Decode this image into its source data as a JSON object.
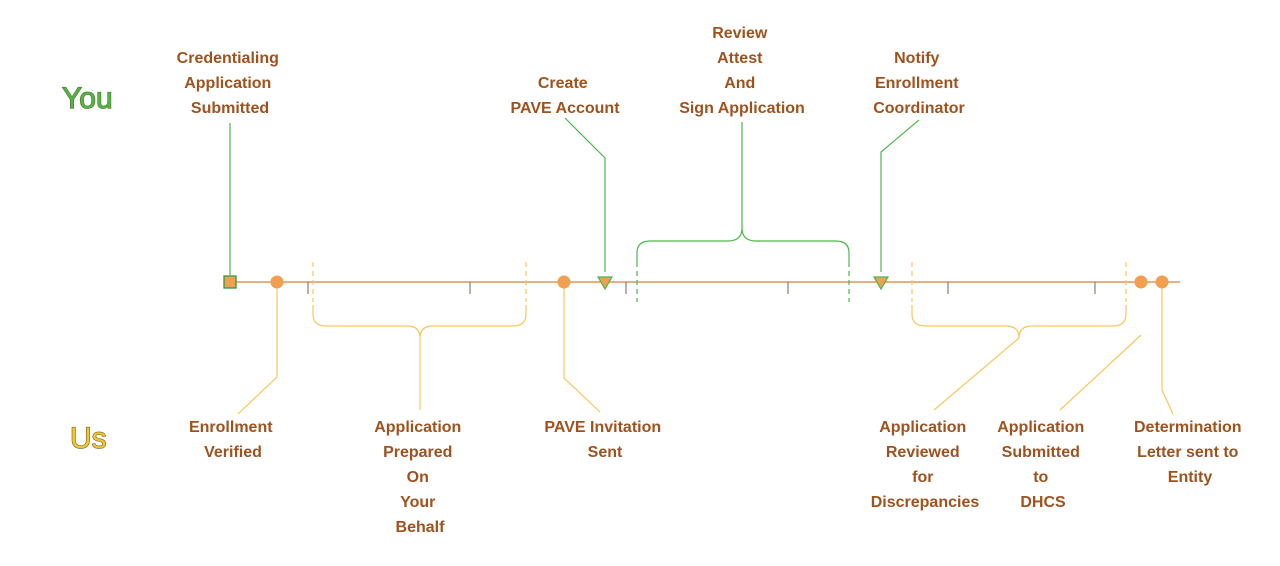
{
  "lanes": {
    "you": "You",
    "us": "Us"
  },
  "colors": {
    "axis": "#E07D2E",
    "you_line": "#4CB84A",
    "us_line": "#F9C65C",
    "marker_fill": "#F0A050",
    "label_text": "#A0521E"
  },
  "you_steps": [
    {
      "id": "credentialing",
      "lines": [
        "Credentialing",
        "Application",
        "Submitted"
      ],
      "marker": "square"
    },
    {
      "id": "create-pave",
      "lines": [
        "Create",
        "PAVE Account"
      ],
      "marker": "triangle"
    },
    {
      "id": "review-sign",
      "lines": [
        "Review",
        "Attest",
        "And",
        "Sign Application"
      ],
      "marker": "bracket"
    },
    {
      "id": "notify-coordinator",
      "lines": [
        "Notify",
        "Enrollment",
        "Coordinator"
      ],
      "marker": "triangle"
    }
  ],
  "us_steps": [
    {
      "id": "enrollment-verified",
      "lines": [
        "Enrollment",
        "Verified"
      ],
      "marker": "circle"
    },
    {
      "id": "application-prepared",
      "lines": [
        "Application",
        "Prepared",
        "On",
        "Your",
        "Behalf"
      ],
      "marker": "bracket"
    },
    {
      "id": "pave-invitation",
      "lines": [
        "PAVE Invitation",
        "Sent"
      ],
      "marker": "circle"
    },
    {
      "id": "application-reviewed",
      "lines": [
        "Application",
        "Reviewed",
        "for",
        "Discrepancies"
      ],
      "marker": "bracket"
    },
    {
      "id": "application-submitted",
      "lines": [
        "Application",
        "Submitted",
        "to",
        "DHCS"
      ],
      "marker": "circle"
    },
    {
      "id": "determination-letter",
      "lines": [
        "Determination",
        "Letter sent to",
        "Entity"
      ],
      "marker": "circle"
    }
  ]
}
